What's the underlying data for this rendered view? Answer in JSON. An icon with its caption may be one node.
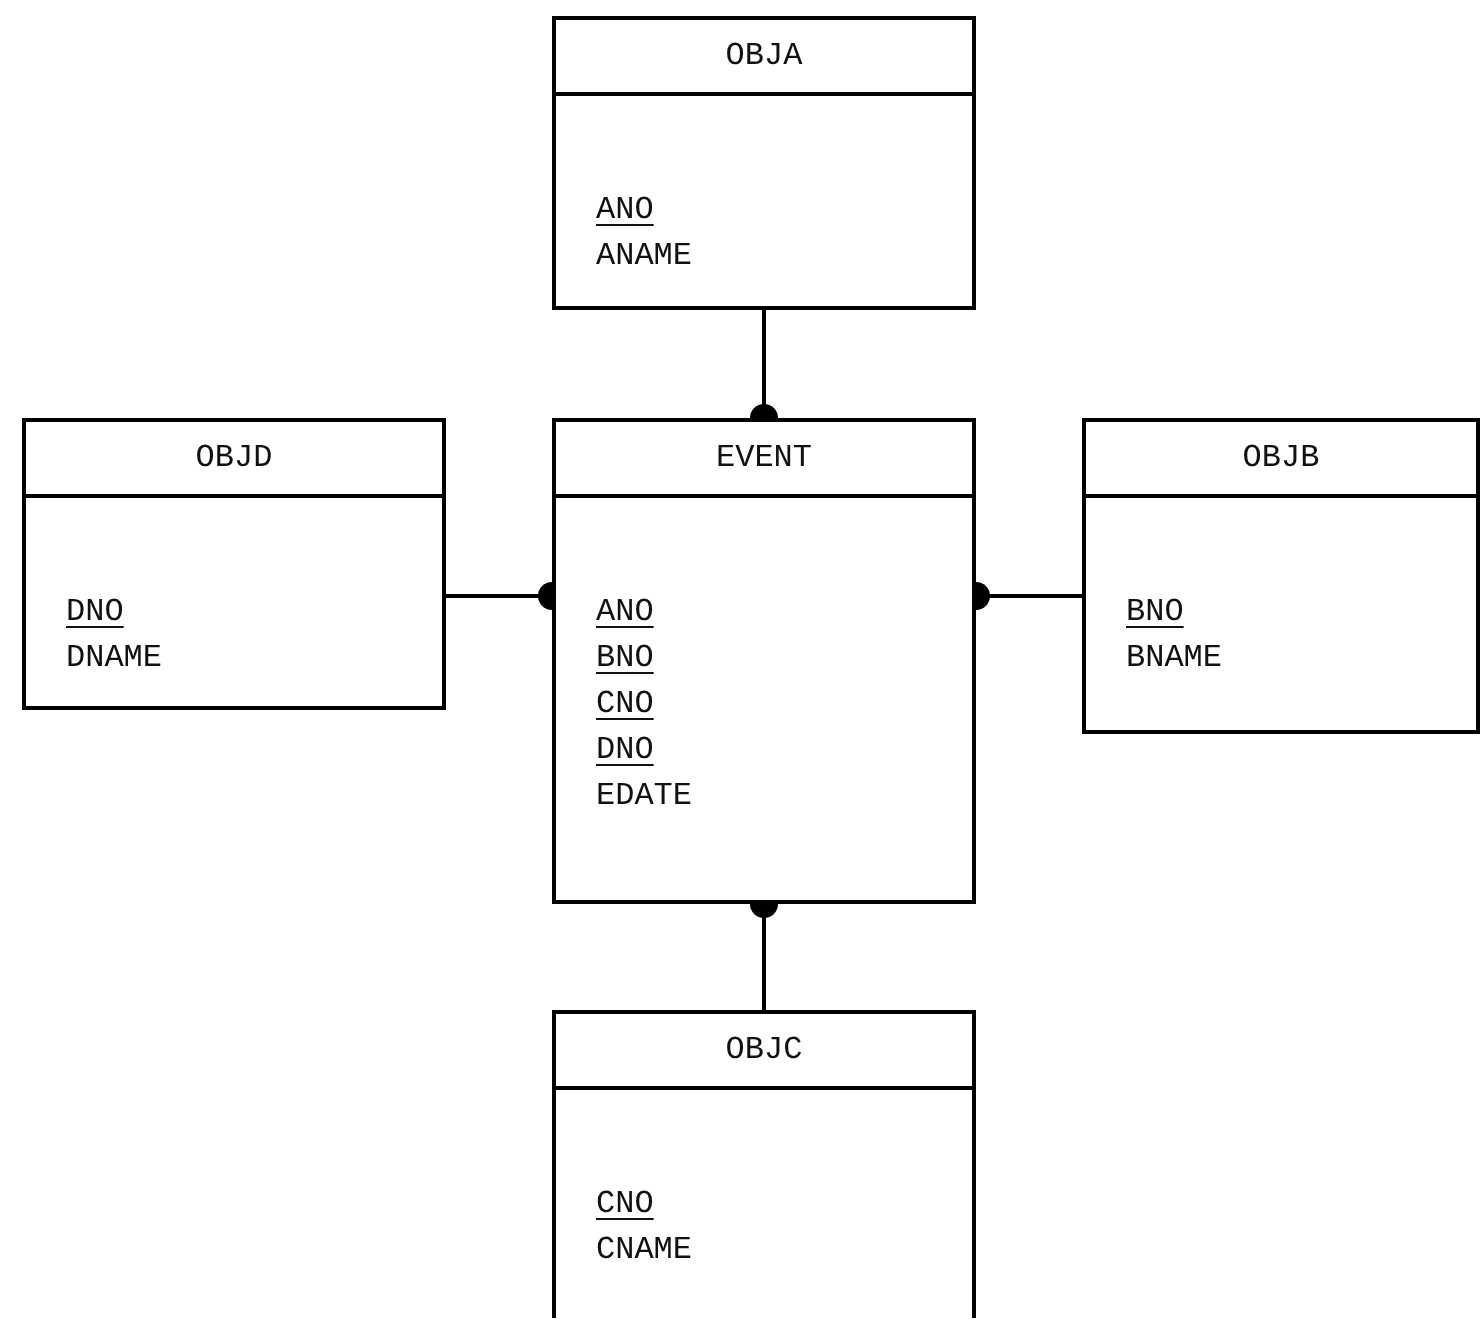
{
  "diagram": {
    "nodes": [
      {
        "text": [
          "OBJA",
          "ANO",
          "ANAME"
        ]
      },
      {
        "text": [
          "OBJD",
          "DNO",
          "DNAME"
        ]
      },
      {
        "text": [
          "EVENT",
          "ANO",
          "BNO",
          "CNO",
          "DNO",
          "EDATE"
        ]
      },
      {
        "text": [
          "OBJB",
          "BNO",
          "BNAME"
        ]
      },
      {
        "text": [
          "OBJC",
          "CNO",
          "CNAME"
        ]
      }
    ],
    "edges": [
      {
        "from": 0,
        "to": 2,
        "arrow": "other"
      },
      {
        "from": 1,
        "to": 2,
        "arrow": "other"
      },
      {
        "from": 3,
        "to": 2,
        "arrow": "other"
      },
      {
        "from": 4,
        "to": 2,
        "arrow": "other"
      }
    ]
  }
}
